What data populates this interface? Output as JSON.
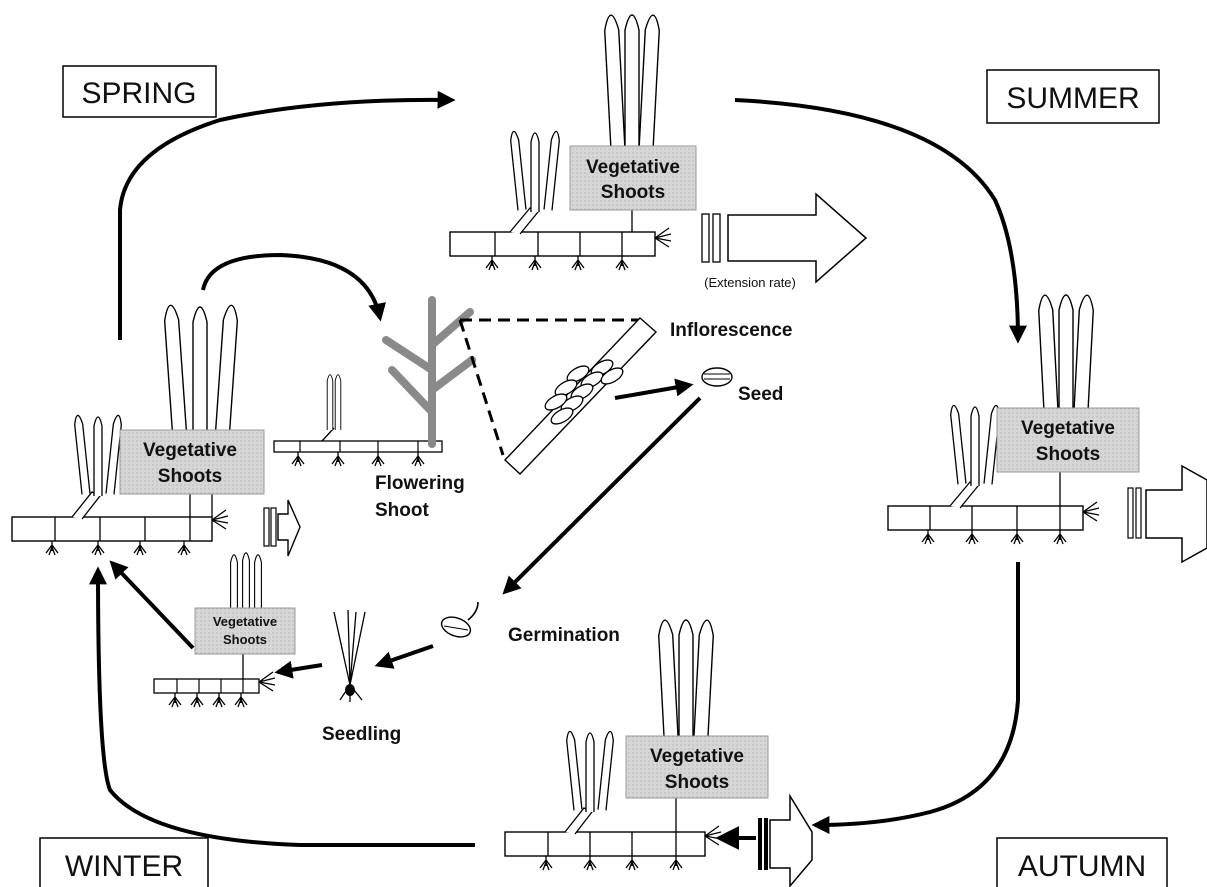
{
  "seasons": {
    "spring": "SPRING",
    "summer": "SUMMER",
    "autumn": "AUTUMN",
    "winter": "WINTER"
  },
  "vegetative_label_line1": "Vegetative",
  "vegetative_label_line2": "Shoots",
  "labels": {
    "inflorescence": "Inflorescence",
    "seed": "Seed",
    "flowering_line1": "Flowering",
    "flowering_line2": "Shoot",
    "germination": "Germination",
    "seedling": "Seedling",
    "extension_rate": "(Extension rate)"
  }
}
